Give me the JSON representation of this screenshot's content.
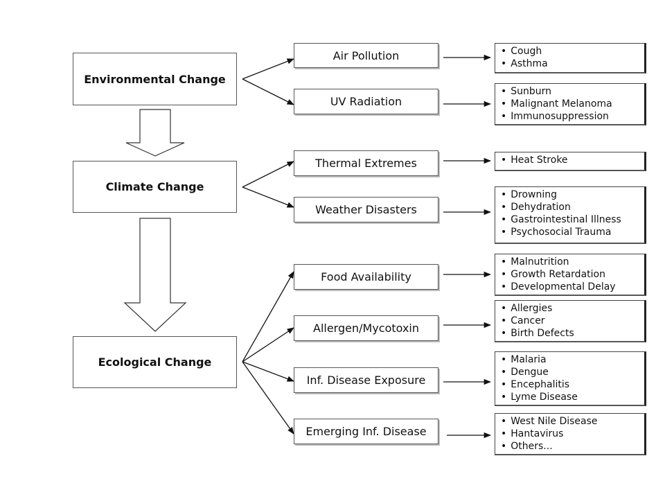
{
  "main": [
    {
      "label": "Environmental Change"
    },
    {
      "label": "Climate Change"
    },
    {
      "label": "Ecological Change"
    }
  ],
  "pathways": [
    {
      "label": "Air Pollution",
      "outcomes": [
        "Cough",
        "Asthma"
      ]
    },
    {
      "label": "UV Radiation",
      "outcomes": [
        "Sunburn",
        "Malignant Melanoma",
        "Immunosuppression"
      ]
    },
    {
      "label": "Thermal Extremes",
      "outcomes": [
        "Heat Stroke"
      ]
    },
    {
      "label": "Weather Disasters",
      "outcomes": [
        "Drowning",
        "Dehydration",
        "Gastrointestinal Illness",
        "Psychosocial Trauma"
      ]
    },
    {
      "label": "Food Availability",
      "outcomes": [
        "Malnutrition",
        "Growth Retardation",
        "Developmental Delay"
      ]
    },
    {
      "label": "Allergen/Mycotoxin",
      "outcomes": [
        "Allergies",
        "Cancer",
        "Birth Defects"
      ]
    },
    {
      "label": "Inf. Disease Exposure",
      "outcomes": [
        "Malaria",
        "Dengue",
        "Encephalitis",
        "Lyme Disease"
      ]
    },
    {
      "label": "Emerging Inf. Disease",
      "outcomes": [
        "West Nile Disease",
        "Hantavirus",
        "Others..."
      ]
    }
  ]
}
